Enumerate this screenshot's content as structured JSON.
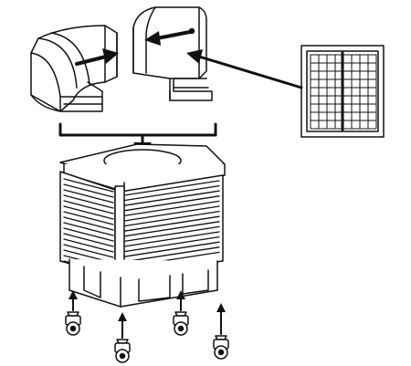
{
  "diagram": {
    "parts": [
      {
        "id": "duct-elbow",
        "icon": "curved-duct-icon"
      },
      {
        "id": "duct-adapter",
        "icon": "square-duct-adapter-icon"
      },
      {
        "id": "vent-grille",
        "icon": "grille-icon"
      },
      {
        "id": "cooler-unit",
        "icon": "evaporative-cooler-icon"
      },
      {
        "id": "casters",
        "icon": "caster-wheel-icon",
        "count": 4
      }
    ],
    "colors": {
      "line": "#111111",
      "fill": "#ffffff",
      "shade": "#e6e6e6"
    }
  }
}
